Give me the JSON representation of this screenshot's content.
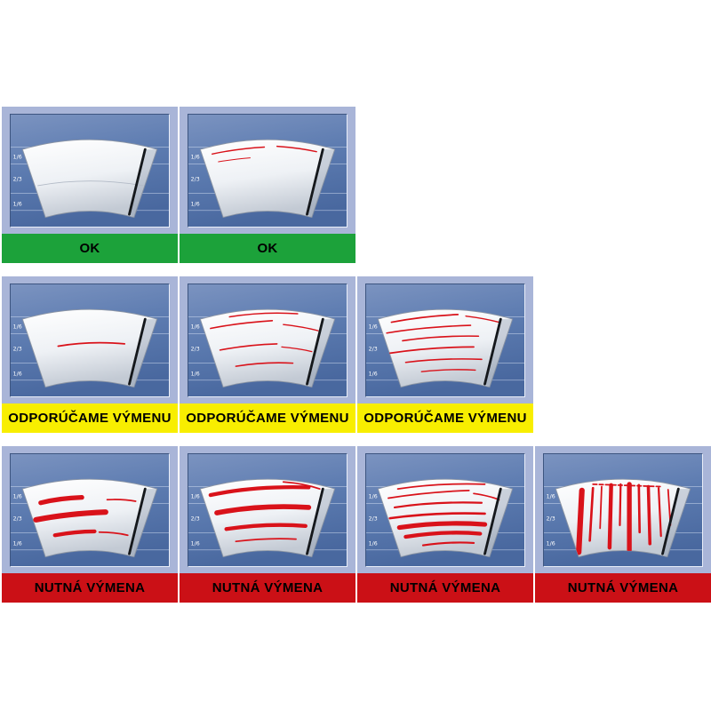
{
  "scale": [
    "1/6",
    "2/3",
    "1/6"
  ],
  "statuses": {
    "ok": {
      "label": "OK",
      "color": "#1ca23a"
    },
    "recommend": {
      "label": "ODPORÚČAME VÝMENU",
      "color": "#f8ee00"
    },
    "required": {
      "label": "NUTNÁ VÝMENA",
      "color": "#cb1016"
    }
  },
  "colors": {
    "tile_background": "#a9b5d8",
    "panel_blue": "#53729f",
    "wiper_swath": "#eef1f5",
    "streak_red": "#d9121a",
    "blade_black": "#15181c",
    "label_text": "#000000"
  },
  "grid": {
    "rows": [
      {
        "status": "ok",
        "tile_count": 2
      },
      {
        "status": "recommend",
        "tile_count": 3
      },
      {
        "status": "required",
        "tile_count": 4
      }
    ]
  }
}
